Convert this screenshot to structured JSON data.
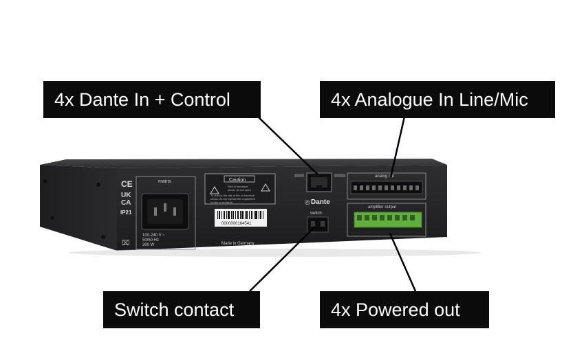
{
  "callouts": {
    "dante_in": "4x Dante In + Control",
    "analogue_in": "4x Analogue In Line/Mic",
    "switch_contact": "Switch contact",
    "powered_out": "4x Powered out"
  },
  "device": {
    "ce_mark": "CE",
    "ukca_mark_line1": "UK",
    "ukca_mark_line2": "CA",
    "ip_rating": "IP21",
    "mains_label": "mains",
    "power_rating_line1": "100-240 V ~",
    "power_rating_line2": "50/60 Hz",
    "power_rating_line3": "300 W",
    "caution_title": "Caution",
    "caution_text_line1": "Risk of electrical",
    "caution_text_line2": "shock, do not open",
    "warning_line1": "To reduce the risk of fire or electrical",
    "warning_line2": "shock, do not expose this equipment",
    "warning_line3": "to rain or moisture.",
    "serial_number": "0000000164541",
    "made_in": "Made in Germany",
    "dante_logo": "Dante",
    "switch_label": "switch",
    "analog_out_label": "analog out",
    "amplifier_output_label": "amplifier output"
  },
  "colors": {
    "callout_bg": "#0b0b0b",
    "callout_text": "#ffffff",
    "chassis": "#2b2b2d",
    "terminal_green": "#5fae3e"
  }
}
